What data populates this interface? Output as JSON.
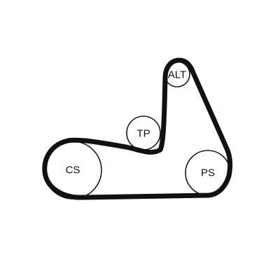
{
  "diagram": {
    "type": "serpentine-belt-routing",
    "belt_color": "#111111",
    "pulley_stroke_color": "#1a1a1a",
    "pulleys": [
      {
        "id": "alt",
        "label": "ALT"
      },
      {
        "id": "tp",
        "label": "TP"
      },
      {
        "id": "cs",
        "label": "CS"
      },
      {
        "id": "ps",
        "label": "PS"
      }
    ]
  }
}
